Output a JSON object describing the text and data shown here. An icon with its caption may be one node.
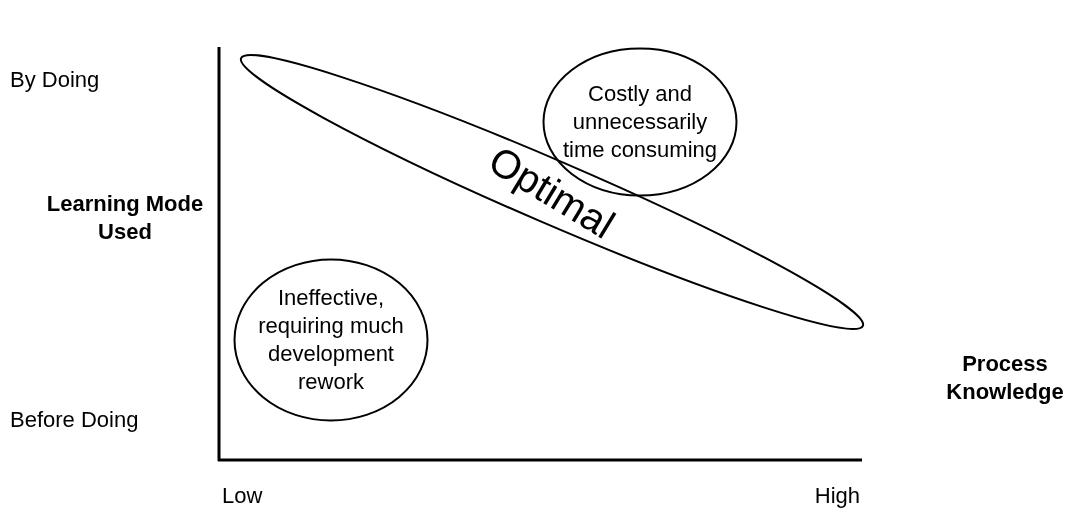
{
  "diagram": {
    "nodes": [
      {
        "text": [
          "Costly and unnecessarily time consuming"
        ]
      },
      {
        "text": [
          "Optimal"
        ]
      },
      {
        "text": [
          "Ineffective, requiring much development rework"
        ]
      }
    ],
    "labels": [
      "By Doing",
      "Learning Mode Used",
      "Before Doing",
      "Process Knowledge",
      "Low",
      "High"
    ]
  }
}
